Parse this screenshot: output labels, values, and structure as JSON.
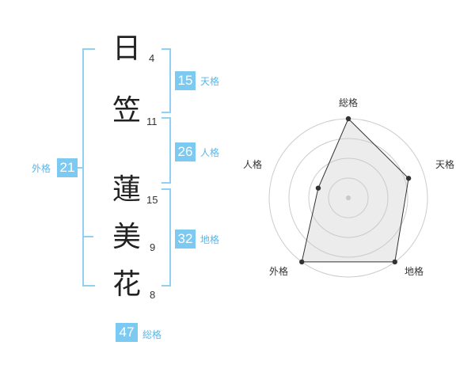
{
  "name": {
    "chars": [
      {
        "char": "日",
        "strokes": "4"
      },
      {
        "char": "笠",
        "strokes": "11"
      },
      {
        "char": "蓮",
        "strokes": "15"
      },
      {
        "char": "美",
        "strokes": "9"
      },
      {
        "char": "花",
        "strokes": "8"
      }
    ]
  },
  "fortune": {
    "tenkaku": {
      "value": "15",
      "label": "天格"
    },
    "jinkaku": {
      "value": "26",
      "label": "人格"
    },
    "chikaku": {
      "value": "32",
      "label": "地格"
    },
    "gaikaku": {
      "value": "21",
      "label": "外格"
    },
    "soukaku": {
      "value": "47",
      "label": "総格"
    }
  },
  "colors": {
    "accent": "#7cc9f2",
    "bracket": "#8fd0f4",
    "label": "#5bb7e8"
  },
  "chart_data": {
    "type": "radar",
    "axes": [
      "総格",
      "天格",
      "地格",
      "外格",
      "人格"
    ],
    "max": 5,
    "rings": 4,
    "values": [
      5,
      4,
      5,
      5,
      2
    ]
  }
}
